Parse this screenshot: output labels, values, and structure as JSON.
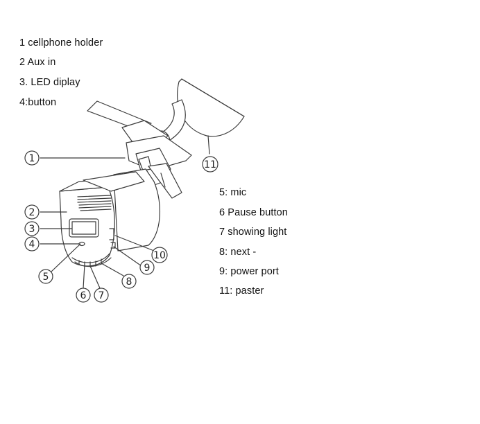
{
  "legend_left": [
    "1 cellphone holder",
    "2 Aux in",
    "3. LED diplay",
    "4:button"
  ],
  "legend_right": [
    "5: mic",
    "6 Pause button",
    "7 showing light",
    "8: next -",
    "9: power port",
    "11: paster"
  ],
  "callouts": {
    "c1": "1",
    "c2": "2",
    "c3": "3",
    "c4": "4",
    "c5": "5",
    "c6": "6",
    "c7": "7",
    "c8": "8",
    "c9": "9",
    "c10": "10",
    "c11": "11"
  }
}
